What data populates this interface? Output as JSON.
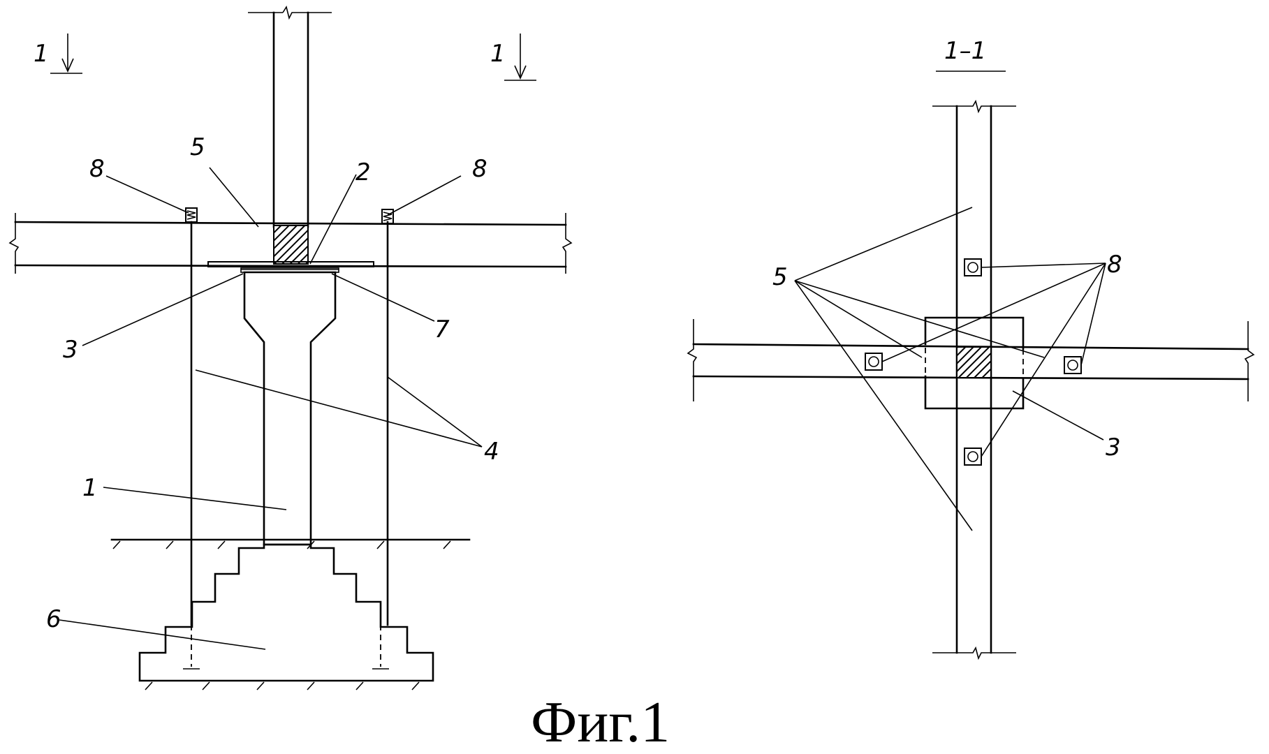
{
  "figure": {
    "caption": "Фиг.1",
    "section_title": "1–1",
    "section_marks": [
      "1",
      "1"
    ],
    "labels": {
      "post": "1",
      "shim": "2",
      "plate": "3",
      "ties": "4",
      "girder": "5",
      "foundation": "6",
      "cap_plate": "7",
      "anchor": "8"
    }
  },
  "colors": {
    "ink": "#000000",
    "paper": "#ffffff"
  }
}
